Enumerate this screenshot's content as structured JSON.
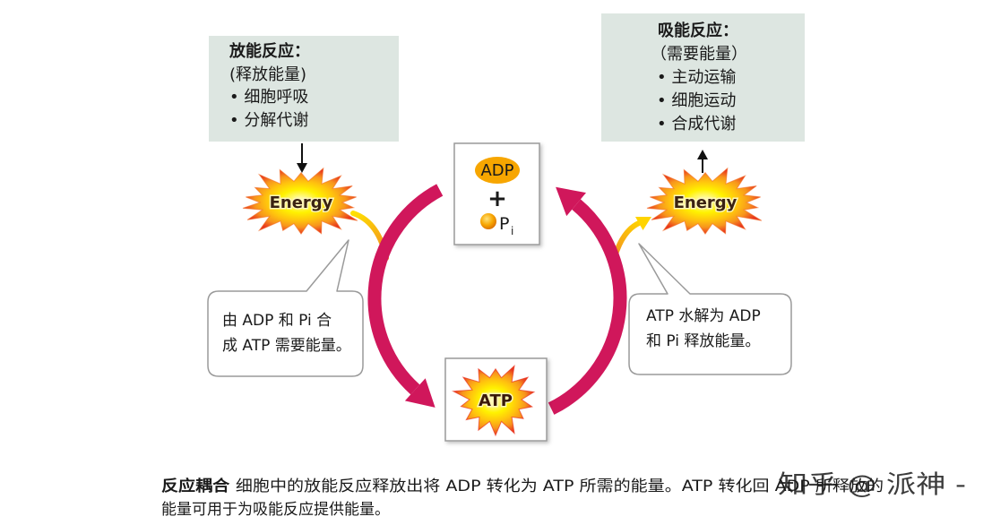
{
  "exergonic": {
    "title": "放能反应：",
    "subtitle": "(释放能量)",
    "items": [
      "• 细胞呼吸",
      "• 分解代谢"
    ]
  },
  "endergonic": {
    "title": "吸能反应：",
    "subtitle": "（需要能量）",
    "items": [
      "• 主动运输",
      "• 细胞运动",
      "• 合成代谢"
    ]
  },
  "energy_left": {
    "label": "Energy"
  },
  "energy_right": {
    "label": "Energy"
  },
  "adp_box": {
    "adp": "ADP",
    "plus": "+",
    "pi": "P",
    "pi_subscript": "i"
  },
  "atp_box": {
    "atp": "ATP"
  },
  "callout_left": {
    "lines": [
      "由 ADP 和 Pi 合",
      "成 ATP 需要能量。"
    ]
  },
  "callout_right": {
    "lines": [
      "ATP 水解为 ADP",
      "和 Pi 释放能量。"
    ]
  },
  "caption": {
    "title": "反应耦合",
    "line1": "细胞中的放能反应释放出将 ADP 转化为 ATP 所需的能量。ATP 转化回 ADP 所释放的",
    "line2": "能量可用于为吸能反应提供能量。"
  },
  "watermark": "知乎 @ 派神 -",
  "colors": {
    "info_box": "#dde6e1",
    "cycle_arrow": "#d0175b",
    "adp_badge": "#f7a600",
    "watermark": "#c4c4c4"
  }
}
